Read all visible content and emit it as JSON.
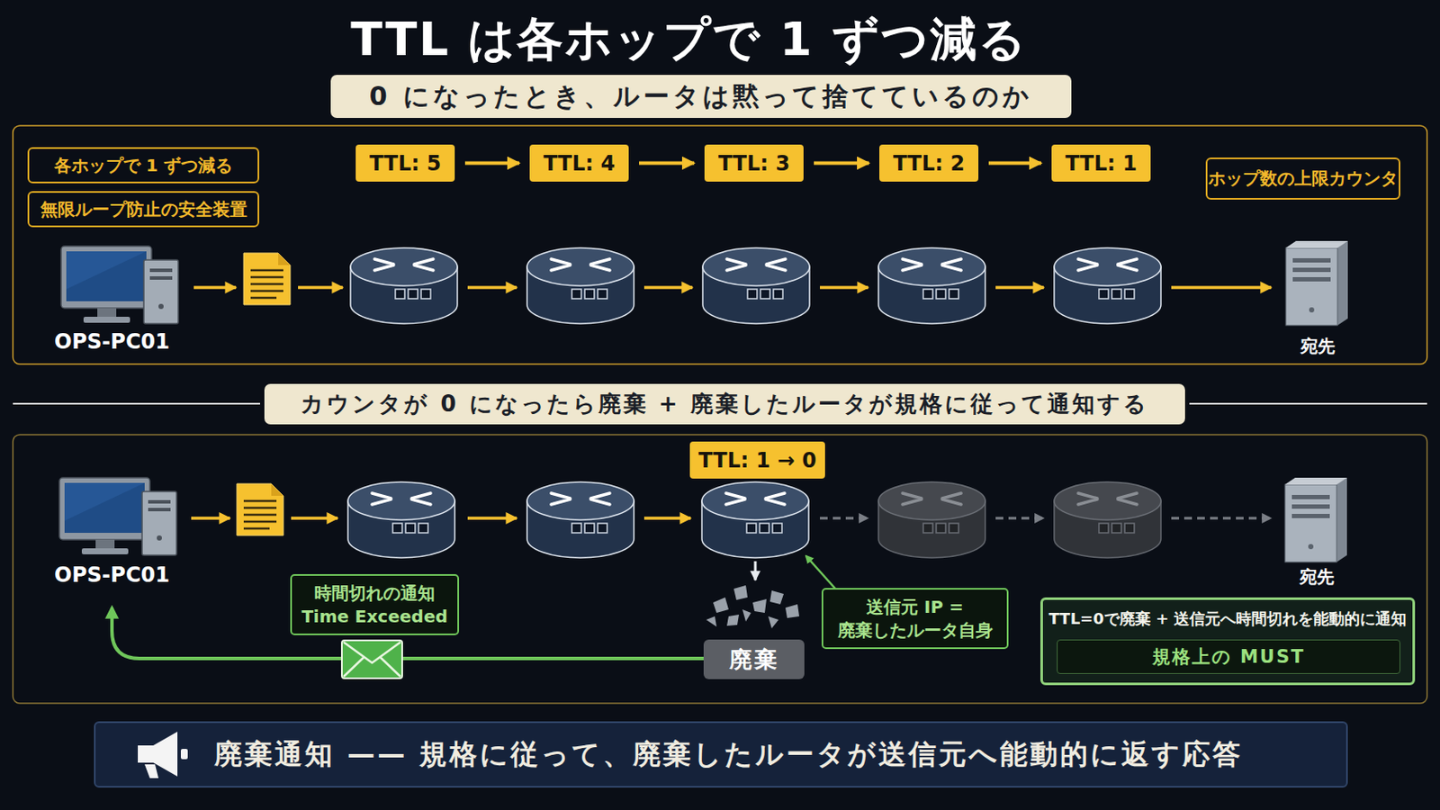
{
  "diagram": {
    "title": "TTL は各ホップで 1 ずつ減る",
    "nodes": [
      {
        "text": [
          "0 になったとき、ルータは黙って捨てているのか"
        ]
      },
      {
        "text": [
          "各ホップで 1 ずつ減る"
        ]
      },
      {
        "text": [
          "TTL: 5"
        ]
      },
      {
        "text": [
          "TTL: 4"
        ]
      },
      {
        "text": [
          "TTL: 3"
        ]
      },
      {
        "text": [
          "TTL: 2"
        ]
      },
      {
        "text": [
          "TTL: 1"
        ]
      },
      {
        "text": [
          "ホップ数の上限カウンタ"
        ]
      },
      {
        "text": [
          "無限ループ防止の安全装置"
        ]
      },
      {
        "text": [
          "カウンタが 0 になったら廃棄 + 廃棄したルータが規格に従って通知する"
        ]
      },
      {
        "text": [
          "TTL: 1 → 0"
        ]
      },
      {
        "text": [
          "時間切れの通知 Time Exceeded"
        ]
      },
      {
        "text": [
          "送信元 IP = 廃棄したルータ自身"
        ]
      },
      {
        "text": [
          "廃棄"
        ]
      },
      {
        "text": [
          "TTL=0で廃棄 + 送信元へ時間切れを能動的に通知"
        ]
      },
      {
        "text": [
          "規格上の MUST"
        ],
        "in": 14
      },
      {
        "text": [
          "廃棄通知 —— 規格に従って、廃棄したルータが送信元へ能動的に返す応答"
        ]
      }
    ],
    "edges": [
      {
        "from": 2,
        "to": 3,
        "arrow": "to"
      },
      {
        "from": 3,
        "to": 4,
        "arrow": "to"
      },
      {
        "from": 4,
        "to": 5,
        "arrow": "to"
      },
      {
        "from": 5,
        "to": 6,
        "arrow": "to"
      }
    ],
    "labels": [
      "OPS-PC01",
      "宛先",
      "OPS-PC01",
      "宛先"
    ]
  }
}
